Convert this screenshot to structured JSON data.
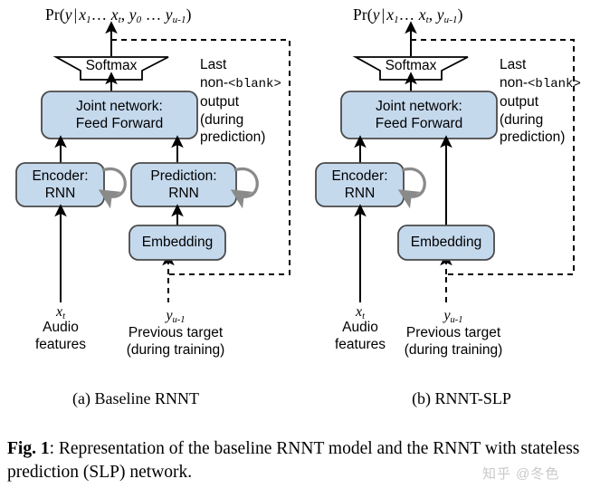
{
  "figure": {
    "caption_prefix": "Fig. 1",
    "caption_text": ": Representation of the baseline RNNT model and the RNNT with stateless prediction (SLP) network.",
    "watermark": "知乎 @冬色",
    "colors": {
      "box_fill": "#c5d9ed",
      "box_stroke": "#4a4a4a",
      "arrow": "#000000",
      "recurrent_arrow": "#808080",
      "dashed": "#000000",
      "background": "#ffffff"
    }
  },
  "panels": [
    {
      "id": "baseline",
      "subcaption": "(a) Baseline RNNT",
      "formula": {
        "head": "Pr(",
        "y": "y",
        "bar": "|",
        "terms": "x₁… x_t, y₀ … y_{u-1}",
        "tail": ")"
      },
      "softmax": {
        "label": "Softmax"
      },
      "joint": {
        "line1": "Joint network:",
        "line2": "Feed Forward"
      },
      "encoder": {
        "line1": "Encoder:",
        "line2": "RNN"
      },
      "prediction": {
        "line1": "Prediction:",
        "line2": "RNN"
      },
      "embedding": {
        "label": "Embedding"
      },
      "sidenote": [
        "Last",
        "non-<blank>",
        "output",
        "(during",
        "prediction)"
      ],
      "inputs": [
        {
          "var": "x",
          "sub": "t",
          "line1": "Audio",
          "line2": "features"
        },
        {
          "var": "y",
          "sub": "u-1",
          "line1": "Previous target",
          "line2": "(during training)"
        }
      ]
    },
    {
      "id": "slp",
      "subcaption": "(b) RNNT-SLP",
      "formula": {
        "head": "Pr(",
        "y": "y",
        "bar": "|",
        "terms": "x₁… x_t, y_{u-1}",
        "tail": ")"
      },
      "softmax": {
        "label": "Softmax"
      },
      "joint": {
        "line1": "Joint network:",
        "line2": "Feed Forward"
      },
      "encoder": {
        "line1": "Encoder:",
        "line2": "RNN"
      },
      "embedding": {
        "label": "Embedding"
      },
      "sidenote": [
        "Last",
        "non-<blank>",
        "output",
        "(during",
        "prediction)"
      ],
      "inputs": [
        {
          "var": "x",
          "sub": "t",
          "line1": "Audio",
          "line2": "features"
        },
        {
          "var": "y",
          "sub": "u-1",
          "line1": "Previous target",
          "line2": "(during training)"
        }
      ]
    }
  ]
}
